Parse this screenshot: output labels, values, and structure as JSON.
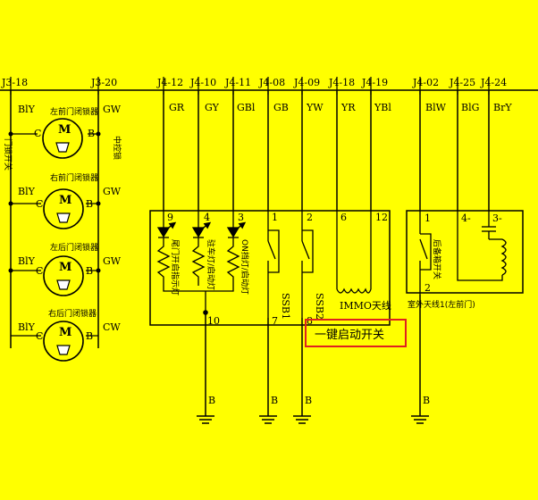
{
  "connectors": [
    {
      "id": "j3-18",
      "label": "J3-18"
    },
    {
      "id": "j3-20",
      "label": "J3-20"
    },
    {
      "id": "j4-12",
      "label": "J4-12"
    },
    {
      "id": "j4-10",
      "label": "J4-10"
    },
    {
      "id": "j4-11",
      "label": "J4-11"
    },
    {
      "id": "j4-08",
      "label": "J4-08"
    },
    {
      "id": "j4-09",
      "label": "J4-09"
    },
    {
      "id": "j4-18",
      "label": "J4-18"
    },
    {
      "id": "j4-19",
      "label": "J4-19"
    },
    {
      "id": "j4-02",
      "label": "J4-02"
    },
    {
      "id": "j4-25",
      "label": "J4-25"
    },
    {
      "id": "j4-24",
      "label": "J4-24"
    }
  ],
  "wires": {
    "gr": "GR",
    "gy": "GY",
    "gbl": "GBl",
    "gb": "GB",
    "yw": "YW",
    "yr": "YR",
    "ybl": "YBl",
    "blw": "BlW",
    "blg": "BlG",
    "bry": "BrY",
    "bly": "BlY",
    "gw": "GW",
    "cw": "CW",
    "b": "B"
  },
  "motors": {
    "m": "M",
    "c": "C",
    "b": "B",
    "names": [
      "左前门闭锁器",
      "右前门闭锁器",
      "左后门闭锁器",
      "右后门闭锁器"
    ]
  },
  "left_side_labels": {
    "left": "门锁开关",
    "right": "中控锁"
  },
  "ssb_module": {
    "pins": [
      "9",
      "4",
      "3",
      "1",
      "2",
      "6",
      "12",
      "10",
      "7",
      "8"
    ],
    "elements": [
      "尾门开启指示灯",
      "驻车灯/启动灯",
      "ON挡灯/启动灯"
    ],
    "ssb1": "SSB1",
    "ssb2": "SSB2",
    "immo": "IMMO天线"
  },
  "right_module": {
    "pins": [
      "1",
      "2",
      "4-",
      "3-"
    ],
    "element": "后备箱开关",
    "caption": "室外天线1(左前门)"
  },
  "annotation": {
    "text": "一键启动开关",
    "color": "#e02020"
  }
}
